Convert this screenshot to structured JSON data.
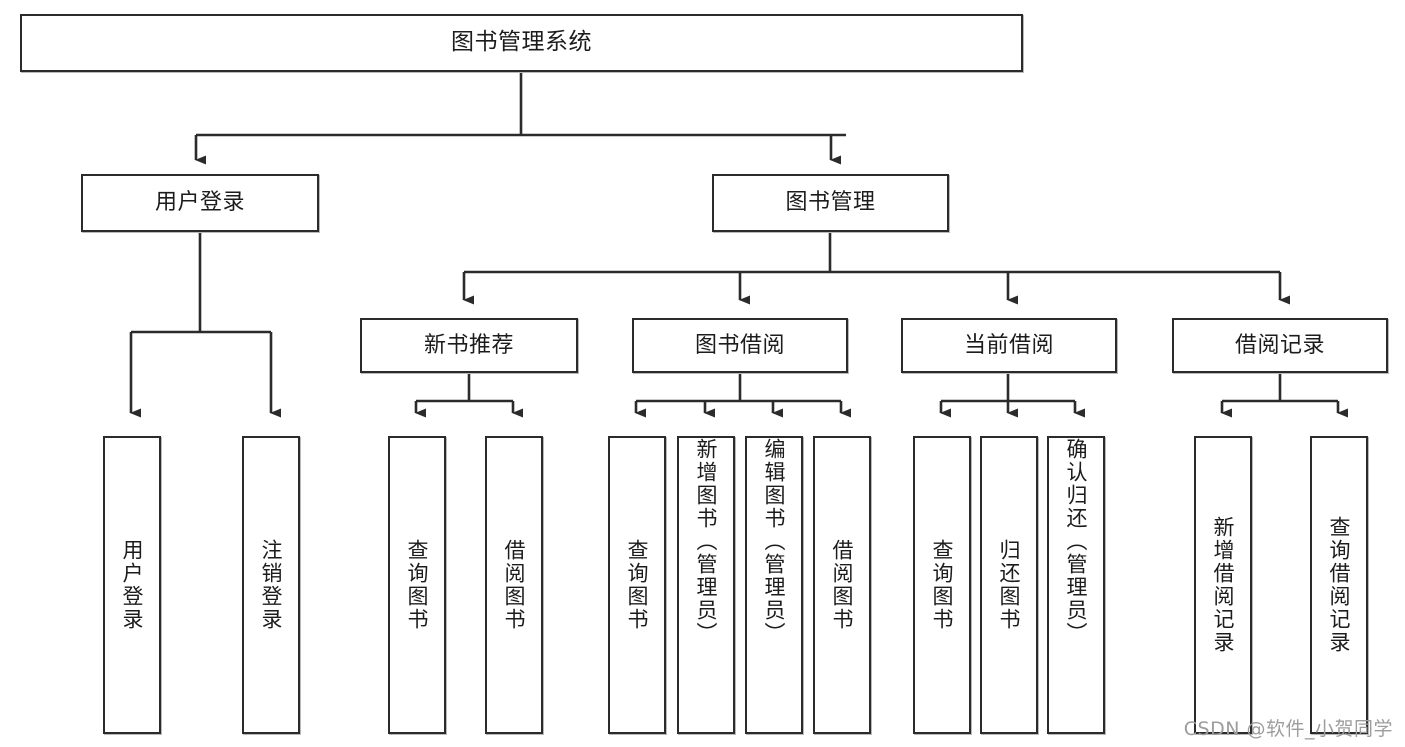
{
  "diagram": {
    "title": "图书管理系统",
    "type": "tree-hierarchy-diagram",
    "watermark": "CSDN @软件_小贺同学",
    "colors": {
      "box_border": "#2b2b2b",
      "box_fill": "#ffffff",
      "line": "#2b2b2b",
      "text": "#1c1c1c",
      "watermark": "#9d9d9d"
    },
    "root": {
      "label": "图书管理系统"
    },
    "level2": [
      {
        "label": "用户登录"
      },
      {
        "label": "图书管理"
      }
    ],
    "level3": [
      {
        "label": "新书推荐"
      },
      {
        "label": "图书借阅"
      },
      {
        "label": "当前借阅"
      },
      {
        "label": "借阅记录"
      }
    ],
    "leaves": [
      {
        "label": "用户登录",
        "parent": "用户登录"
      },
      {
        "label": "注销登录",
        "parent": "用户登录"
      },
      {
        "label": "查询图书",
        "parent": "新书推荐"
      },
      {
        "label": "借阅图书",
        "parent": "新书推荐"
      },
      {
        "label": "查询图书",
        "parent": "图书借阅"
      },
      {
        "label": "新增图书（管理员）",
        "parent": "图书借阅"
      },
      {
        "label": "编辑图书（管理员）",
        "parent": "图书借阅"
      },
      {
        "label": "借阅图书",
        "parent": "图书借阅"
      },
      {
        "label": "查询图书",
        "parent": "当前借阅"
      },
      {
        "label": "归还图书",
        "parent": "当前借阅"
      },
      {
        "label": "确认归还（管理员）",
        "parent": "当前借阅"
      },
      {
        "label": "新增借阅记录",
        "parent": "借阅记录"
      },
      {
        "label": "查询借阅记录",
        "parent": "借阅记录"
      }
    ]
  }
}
